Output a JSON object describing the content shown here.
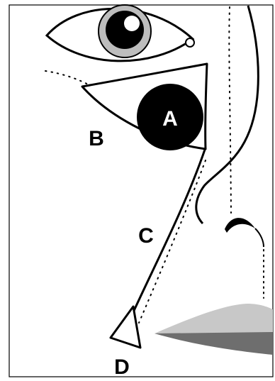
{
  "labels": {
    "a": "A",
    "b": "B",
    "c": "C",
    "d": "D"
  },
  "colors": {
    "stroke": "#000000",
    "iris": "#bdbdbd",
    "pupil": "#000000",
    "region_a": "#000000",
    "lip_upper": "#c8c8c8",
    "lip_lower": "#6e6e6e",
    "background": "#ffffff"
  }
}
